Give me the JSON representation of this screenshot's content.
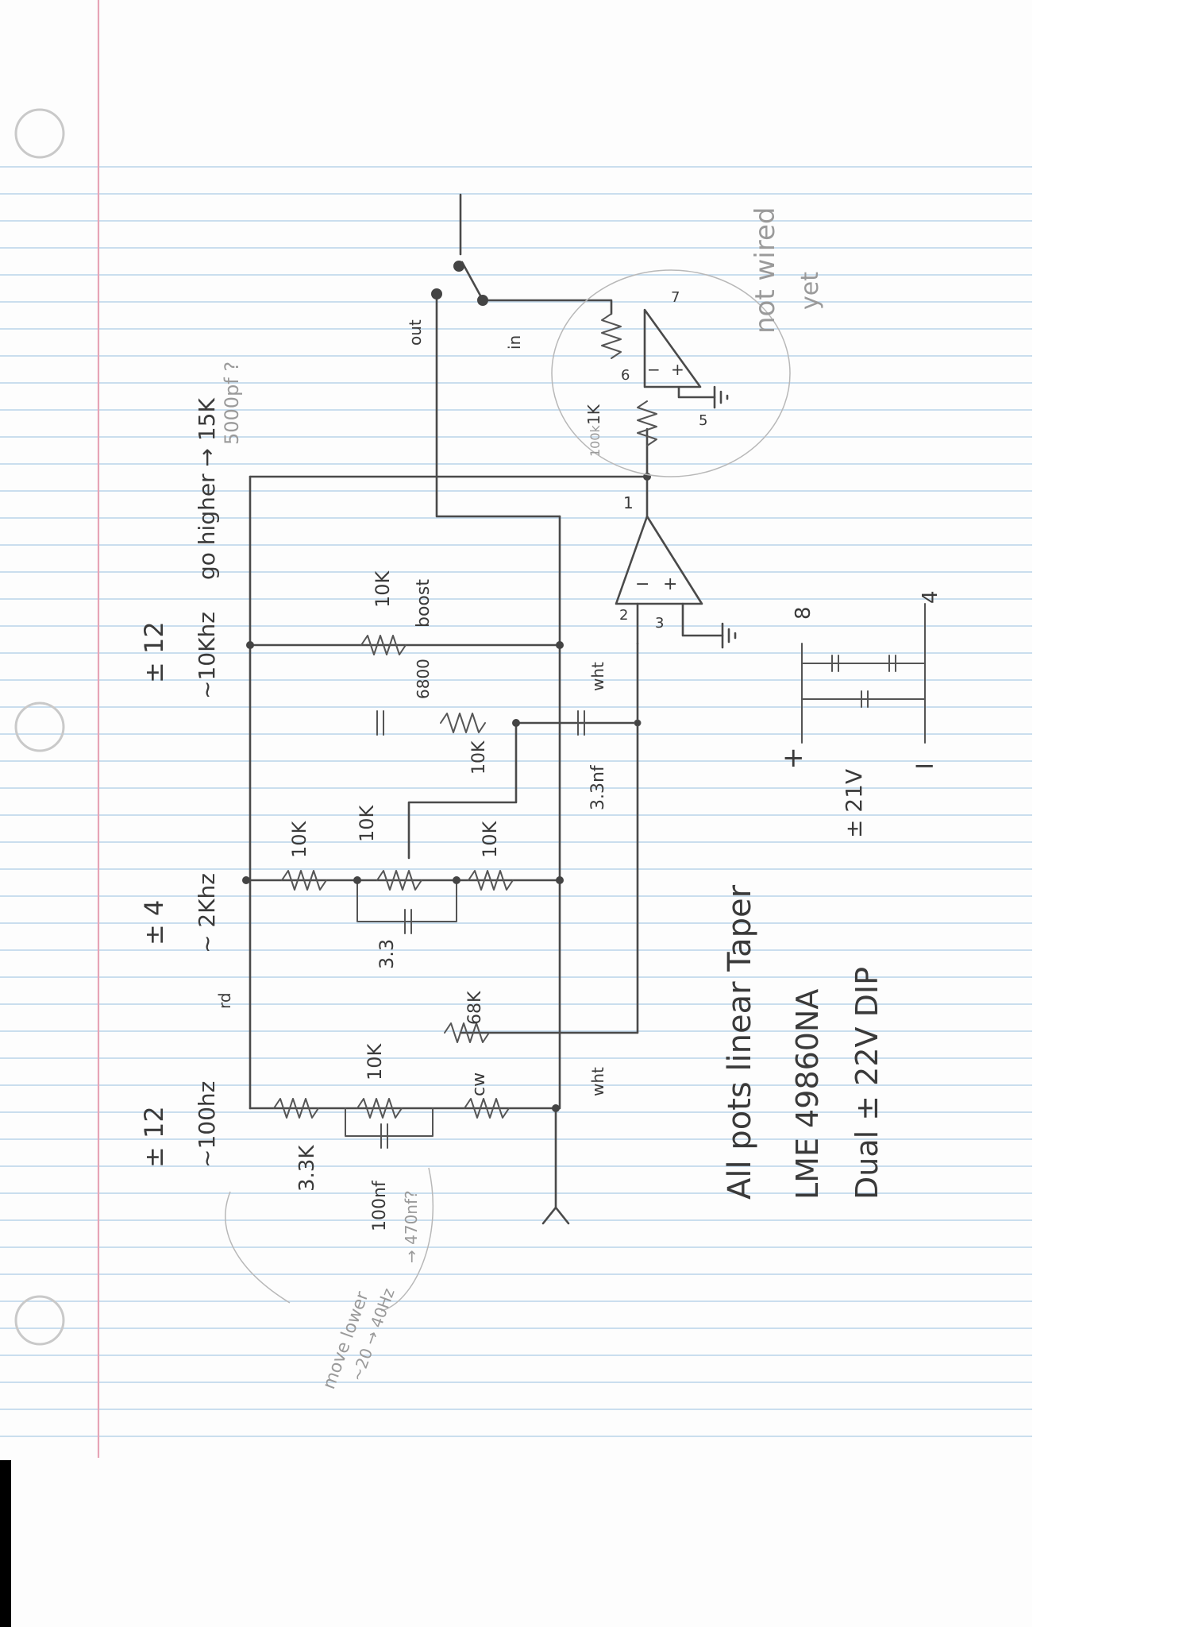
{
  "notes": {
    "all_pots": "All pots linear Taper",
    "chip": "LME 49860NA",
    "supply": "Dual ± 22V DIP",
    "rail_voltage": "± 21V",
    "plus": "+",
    "minus": "−",
    "rail_out_top": "8",
    "rail_out_bottom": "4",
    "not_wired": "not wired",
    "yet": "yet",
    "go_higher": "go higher → 15K",
    "cap_question": "5000pf ?",
    "move_lower": "move lower",
    "move_range": "~20 → 40Hz",
    "cap_alt": "→ 470nf?"
  },
  "bands": {
    "high": {
      "gain": "± 12",
      "freq": "~10Khz"
    },
    "mid": {
      "gain": "± 4",
      "freq": "~ 2Khz"
    },
    "low": {
      "gain": "± 12",
      "freq": "~100hz"
    }
  },
  "components": {
    "r_3k3": "3.3K",
    "pot_low": "10K",
    "c_100nf": "100nf",
    "r_68k": "68K",
    "cw": "cw",
    "r_mid_a": "10K",
    "pot_mid": "10K",
    "r_mid_b": "10K",
    "c_3n3": "3.3",
    "pot_high": "10K",
    "boost": "boost",
    "r_6800": "6800",
    "r_high_10k": "10K",
    "c_3n3nf": "3.3nf",
    "r_1k": "1K",
    "r_100k": "100k",
    "rd": "rd",
    "wht": "wht",
    "wht2": "wht",
    "switch_out": "out",
    "switch_in": "in"
  },
  "pins": {
    "p1": "1",
    "p2": "2",
    "p3": "3",
    "p5": "5",
    "p6": "6",
    "p7": "7",
    "minus_sign": "−",
    "plus_sign": "+"
  }
}
